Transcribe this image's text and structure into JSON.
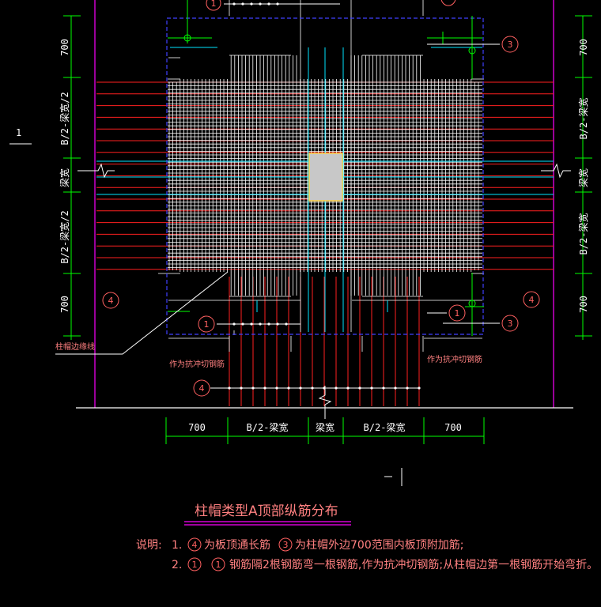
{
  "dims": {
    "d700": "700",
    "half_minus_beam": "B/2-梁宽",
    "beam_width": "梁宽",
    "half_beam_side": "B/2-梁宽/2",
    "one": "1"
  },
  "callouts": {
    "c1": "1",
    "c3": "3",
    "c4": "4"
  },
  "labels": {
    "capital_edge": "柱帽边缘线",
    "punching_left": "作为抗冲切钢筋",
    "punching_right": "作为抗冲切钢筋"
  },
  "title": "柱帽类型A顶部纵筋分布",
  "notes": {
    "prefix": "说明:",
    "n1_num": "1.",
    "n1_a": "为板顶通长筋",
    "n1_b": "为柱帽外边700范围内板顶附加筋;",
    "n2_num": "2.",
    "n2_a": "钢筋隔2根钢筋弯一根钢筋,作为抗冲切钢筋;从柱帽边第一根钢筋开始弯折。"
  },
  "colors": {
    "red": "#ff2020",
    "white": "#ffffff",
    "green": "#00ff00",
    "cyan": "#00e5ff",
    "magenta": "#ff00ff",
    "blue_dash": "#3a3aff",
    "pink": "#ff8080",
    "column": "#c8c8c8",
    "column_edge": "#ffd24a"
  }
}
